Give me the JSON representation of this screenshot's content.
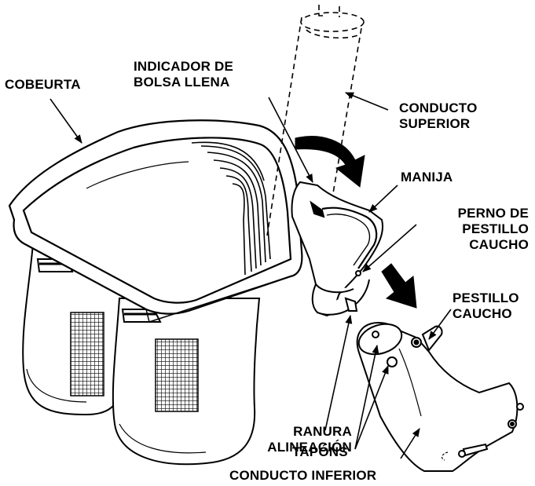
{
  "labels": {
    "cover": [
      "COBEURTA"
    ],
    "full_bag_indicator": [
      "INDICADOR DE",
      "BOLSA LLENA"
    ],
    "upper_chute": [
      "CONDUCTO",
      "SUPERIOR"
    ],
    "handle": [
      "MANIJA"
    ],
    "latch_pin": [
      "PERNO DE",
      "PESTILLO",
      "CAUCHO"
    ],
    "rubber_latch": [
      "PESTILLO",
      "CAUCHO"
    ],
    "alignment_slot": [
      "RANURA",
      "ALINEACIÓN"
    ],
    "plugs": [
      "TAPÓNS"
    ],
    "lower_chute": [
      "CONDUCTO INFERIOR"
    ]
  },
  "colors": {
    "ink": "#000000",
    "paper": "#ffffff",
    "shade": "#e6e6e6"
  }
}
